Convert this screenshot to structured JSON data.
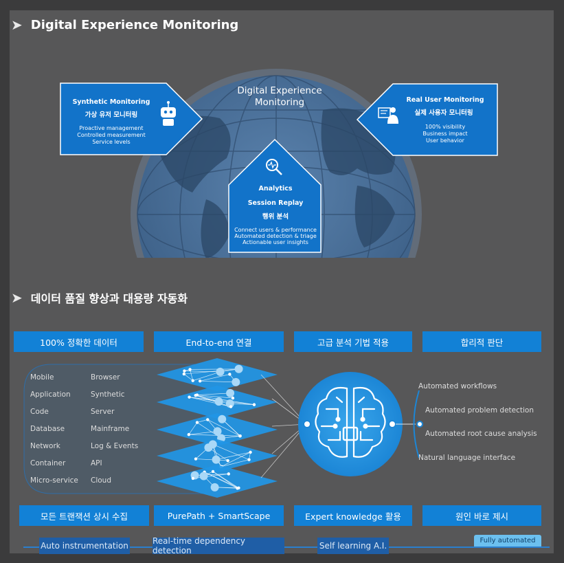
{
  "section1": {
    "title": "Digital Experience Monitoring",
    "globe_title_line1": "Digital Experience",
    "globe_title_line2": "Monitoring",
    "synthetic": {
      "title": "Synthetic  Monitoring",
      "korean": "가상 유저 모니터링",
      "lines": [
        "Proactive management",
        "Controlled measurement",
        "Service levels"
      ]
    },
    "rum": {
      "title": "Real User Monitoring",
      "korean": "실제 사용자 모니터링",
      "lines": [
        "100% visibility",
        "Business impact",
        "User behavior"
      ]
    },
    "analytics": {
      "title": "Analytics",
      "subtitle": "Session Replay",
      "korean": "행위 분석",
      "lines": [
        "Connect users & performance",
        "Automated detection & triage",
        "Actionable user insights"
      ]
    }
  },
  "section2": {
    "title": "데이터 품질 향상과 대용량 자동화",
    "top_tags": [
      "100% 정확한 데이터",
      "End-to-end 연결",
      "고급 분석 기법 적용",
      "합리적 판단"
    ],
    "sources_left": [
      "Mobile",
      "Application",
      "Code",
      "Database",
      "Network",
      "Container",
      "Micro-service"
    ],
    "sources_right": [
      "Browser",
      "Synthetic",
      "Server",
      "Mainframe",
      "Log & Events",
      "API",
      "Cloud"
    ],
    "outputs": [
      "Automated workflows",
      "Automated problem detection",
      "Automated root cause analysis",
      "Natural language interface"
    ],
    "bottom_tags": [
      "모든 트랜잭션 상시 수집",
      "PurePath + SmartScape",
      "Expert knowledge 활용",
      "원인 바로 제시"
    ],
    "timeline": [
      "Auto instrumentation",
      "Real-time dependency detection",
      "Self learning A.I."
    ],
    "fully_automated": "Fully automated"
  },
  "colors": {
    "accent": "#1281d6",
    "panel": "#575758",
    "globe": "#4a6b8e"
  }
}
